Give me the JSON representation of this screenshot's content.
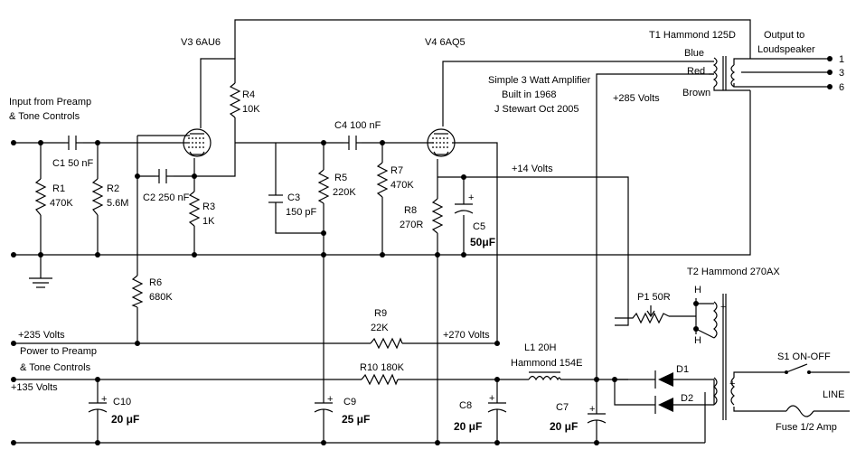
{
  "title_lines": [
    "Simple 3 Watt Amplifier",
    "Built in 1968",
    "J Stewart Oct 2005"
  ],
  "tubes": {
    "v3": "V3 6AU6",
    "v4": "V4 6AQ5"
  },
  "input_label": [
    "Input from Preamp",
    "& Tone Controls"
  ],
  "output_label": [
    "Output to",
    "Loudspeaker"
  ],
  "output_taps": [
    "1",
    "3",
    "6"
  ],
  "transformer_t1": {
    "name": "T1 Hammond 125D",
    "leads": [
      "Blue",
      "Red",
      "Brown"
    ]
  },
  "transformer_t2": {
    "name": "T2 Hammond 270AX",
    "taps": [
      "H",
      "H"
    ]
  },
  "choke": {
    "name": "L1 20H",
    "model": "Hammond 154E"
  },
  "resistors": {
    "r1": [
      "R1",
      "470K"
    ],
    "r2": [
      "R2",
      "5.6M"
    ],
    "r3": [
      "R3",
      "1K"
    ],
    "r4": [
      "R4",
      "10K"
    ],
    "r5": [
      "R5",
      "220K"
    ],
    "r6": [
      "R6",
      "680K"
    ],
    "r7": [
      "R7",
      "470K"
    ],
    "r8": [
      "R8",
      "270R"
    ],
    "r9": [
      "R9",
      "22K"
    ],
    "r10": "R10  180K",
    "p1": "P1 50R"
  },
  "capacitors": {
    "c1": "C1 50 nF",
    "c2": "C2 250 nF",
    "c3": [
      "C3",
      "150 pF"
    ],
    "c4": "C4 100 nF",
    "c5": [
      "C5",
      "50μF"
    ],
    "c7": [
      "C7",
      "20 μF"
    ],
    "c8": [
      "C8",
      "20 μF"
    ],
    "c9": [
      "C9",
      "25  μF"
    ],
    "c10": [
      "C10",
      "20  μF"
    ]
  },
  "diodes": {
    "d1": "D1",
    "d2": "D2"
  },
  "voltages": {
    "v285": "+285 Volts",
    "v14": "+14 Volts",
    "v235": "+235 Volts",
    "v270": "+270 Volts",
    "v135": "+135 Volts"
  },
  "power_label": [
    "Power to Preamp",
    "& Tone Controls"
  ],
  "switch": "S1 ON-OFF",
  "line": "LINE",
  "fuse": "Fuse  1/2 Amp",
  "polarity": "+"
}
